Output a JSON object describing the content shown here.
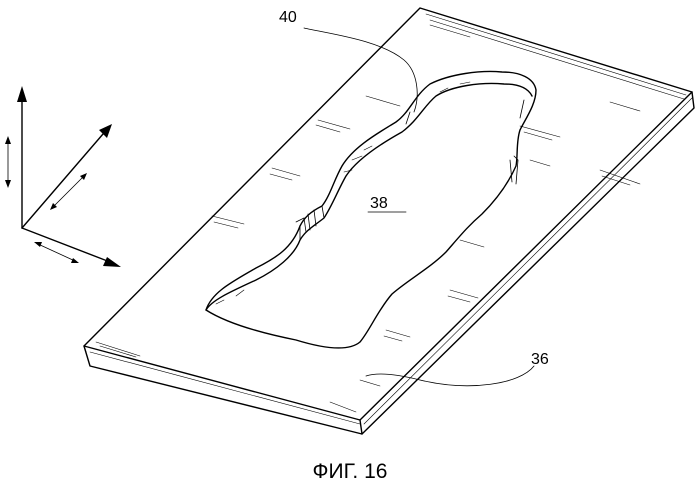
{
  "figure": {
    "caption": "ФИГ. 16",
    "labels": {
      "recess_edge": "40",
      "recess": "38",
      "plate": "36"
    }
  }
}
